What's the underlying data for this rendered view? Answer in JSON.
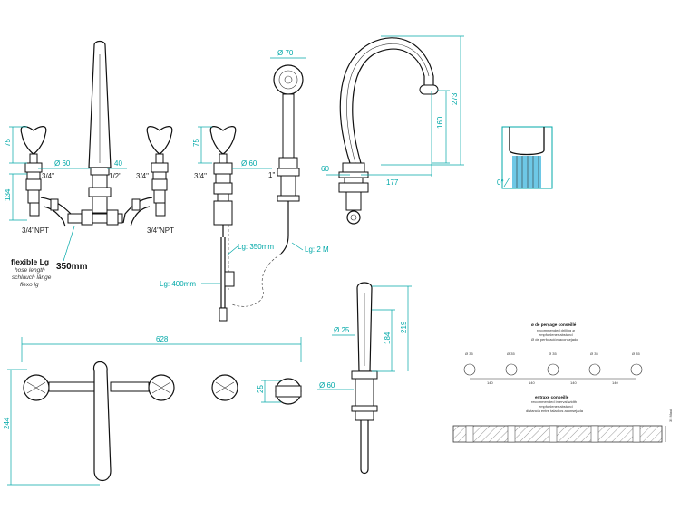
{
  "dims": {
    "h_75_a": "75",
    "h_134": "134",
    "d_60_a": "Ø 60",
    "w_40": "40",
    "t_34_a": "3/4\"",
    "t_12": "1/2\"",
    "t_34_b": "3/4\"",
    "npt_a": "3/4\"NPT",
    "npt_b": "3/4\"NPT",
    "h_75_b": "75",
    "t_34_c": "3/4\"",
    "d_60_b": "Ø 60",
    "d_70": "Ø 70",
    "t_1": "1\"",
    "lg_350": "Lg: 350mm",
    "lg_2m": "Lg: 2 M",
    "lg_400": "Lg: 400mm",
    "spout_60": "60",
    "spout_177": "177",
    "spout_160": "160",
    "spout_273": "273",
    "angle_0": "0°",
    "w_628": "628",
    "h_244": "244",
    "h_25_a": "25",
    "d_25": "Ø 25",
    "h_184": "184",
    "h_219": "219",
    "d_60_c": "Ø 60"
  },
  "hose": {
    "title": "flexible Lg",
    "de": "hose length",
    "de2": "schlauch länge",
    "it": "flexo lg",
    "value": "350mm"
  },
  "drilling": {
    "title": "ø de perçage conseillé",
    "sub1": "recommended drilling ø",
    "sub2": "empfohlener abstand",
    "sub3": "Ø de perforación aconsejado",
    "holes": [
      "Ø 35",
      "Ø 35",
      "Ø 35",
      "Ø 35",
      "Ø 35"
    ],
    "spacings": [
      "140",
      "140",
      "140",
      "140"
    ],
    "entraxe_title": "entraxe conseillé",
    "entraxe_sub1": "recommended interval width",
    "entraxe_sub2": "empfohlener abstand",
    "entraxe_sub3": "distancia entre taladros aconsejada",
    "max_thickness": "35 Maxi"
  },
  "colors": {
    "dimension": "#00a8a8",
    "outline": "#111111",
    "water": "#6ec8e6"
  }
}
